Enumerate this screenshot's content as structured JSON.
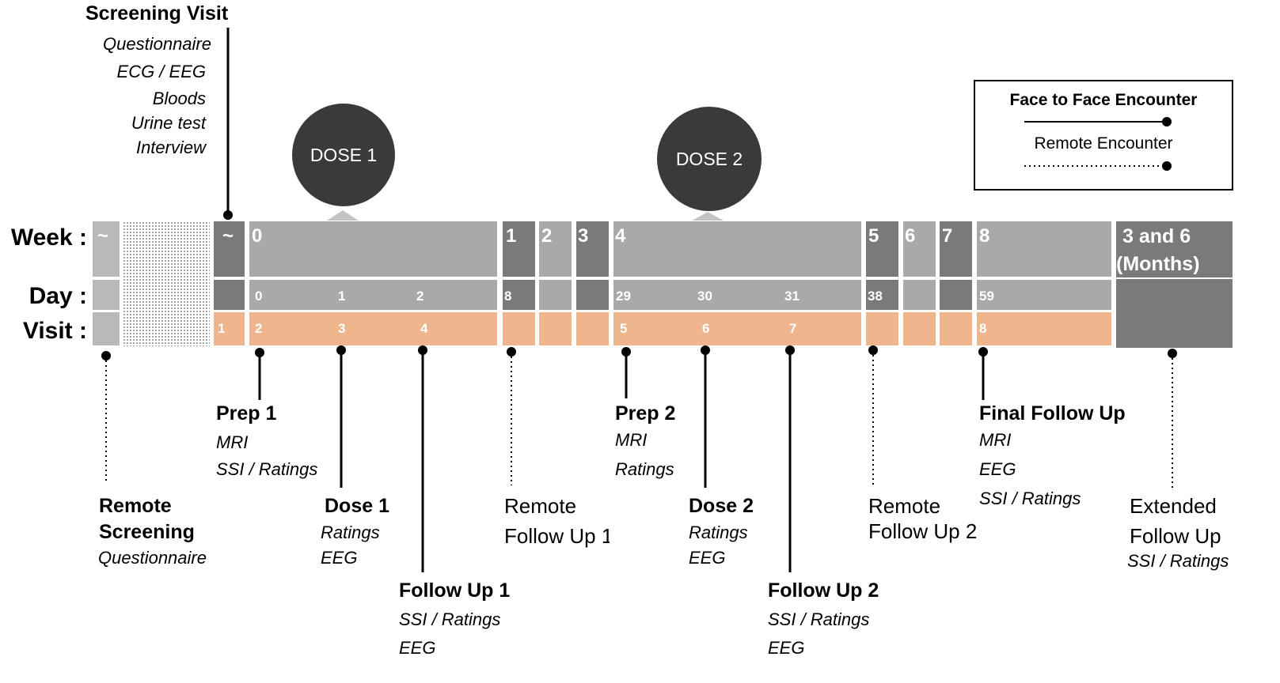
{
  "row_labels": {
    "week": "Week :",
    "day": "Day :",
    "visit": "Visit :"
  },
  "weeks": [
    "~",
    "~",
    "0",
    "1",
    "2",
    "3",
    "4",
    "5",
    "6",
    "7",
    "8",
    "3 and 6",
    "(Months)"
  ],
  "days": [
    "0",
    "1",
    "2",
    "8",
    "29",
    "30",
    "31",
    "38",
    "59"
  ],
  "visits": [
    "1",
    "2",
    "3",
    "4",
    "5",
    "6",
    "7",
    "8"
  ],
  "doses": {
    "dose1": "DOSE 1",
    "dose2": "DOSE 2"
  },
  "legend": {
    "face_to_face": "Face to Face Encounter",
    "remote": "Remote Encounter"
  },
  "screening": {
    "title": "Screening Visit",
    "items": [
      "Questionnaire",
      "ECG / EEG",
      "Bloods",
      "Urine test",
      "Interview"
    ]
  },
  "events": {
    "remote_screening": {
      "title_line1": "Remote",
      "title_line2": "Screening",
      "items": [
        "Questionnaire"
      ]
    },
    "prep1": {
      "title": "Prep 1",
      "items": [
        "MRI",
        "SSI / Ratings"
      ]
    },
    "dose1": {
      "title": "Dose 1",
      "items": [
        "Ratings",
        "EEG"
      ]
    },
    "follow_up1": {
      "title": "Follow Up 1",
      "items": [
        "SSI / Ratings",
        "EEG"
      ]
    },
    "remote_follow_up1": {
      "line1": "Remote",
      "line2": "Follow Up 1"
    },
    "prep2": {
      "title": "Prep 2",
      "items": [
        "MRI",
        "Ratings"
      ]
    },
    "dose2": {
      "title": "Dose 2",
      "items": [
        "Ratings",
        "EEG"
      ]
    },
    "follow_up2": {
      "title": "Follow Up 2",
      "items": [
        "SSI / Ratings",
        "EEG"
      ]
    },
    "remote_follow_up2": {
      "line1": "Remote",
      "line2": "Follow Up 2"
    },
    "final_follow_up": {
      "title": "Final Follow Up",
      "items": [
        "MRI",
        "EEG",
        "SSI / Ratings"
      ]
    },
    "extended_follow_up": {
      "line1": "Extended",
      "line2": "Follow Up",
      "items": [
        "SSI / Ratings"
      ]
    }
  },
  "colors": {
    "light_gray": "#b9b9b9",
    "mid_gray": "#a9a9a9",
    "dark_gray": "#7a7a7a",
    "peach": "#efb58d",
    "dose_circle": "#3a3a3a"
  }
}
